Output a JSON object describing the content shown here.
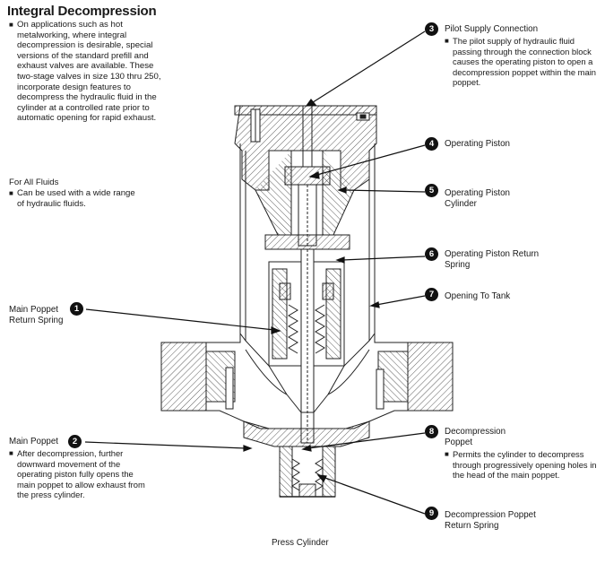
{
  "title": "Integral Decompression",
  "intro": "On applications such as hot metalworking, where integral decompression is desirable, special versions of the standard prefill and exhaust valves are available. These two-stage valves in size 130 thru 250, incorporate design features to decompress the hydraulic fluid in the cylinder at a controlled rate prior to automatic opening for rapid exhaust.",
  "fluids": {
    "heading": "For All Fluids",
    "text": "Can be used with a wide range of hydraulic fluids."
  },
  "callouts": [
    {
      "num": "1",
      "label": "Main Poppet Return Spring",
      "desc": ""
    },
    {
      "num": "2",
      "label": "Main Poppet",
      "desc": "After decompression, further downward movement of the operating piston fully opens the main poppet to allow exhaust from the press cylinder."
    },
    {
      "num": "3",
      "label": "Pilot Supply Connection",
      "desc": "The pilot supply of hydraulic fluid passing through the connection block causes the operating piston to open a decompression poppet within the main poppet."
    },
    {
      "num": "4",
      "label": "Operating Piston",
      "desc": ""
    },
    {
      "num": "5",
      "label": "Operating Piston Cylinder",
      "desc": ""
    },
    {
      "num": "6",
      "label": "Operating Piston Return Spring",
      "desc": ""
    },
    {
      "num": "7",
      "label": "Opening To Tank",
      "desc": ""
    },
    {
      "num": "8",
      "label": "Decompression Poppet",
      "desc": "Permits the cylinder to decompress through progressively opening holes in the head of the main poppet."
    },
    {
      "num": "9",
      "label": "Decompression Poppet Return Spring",
      "desc": ""
    }
  ],
  "caption": "Press Cylinder"
}
